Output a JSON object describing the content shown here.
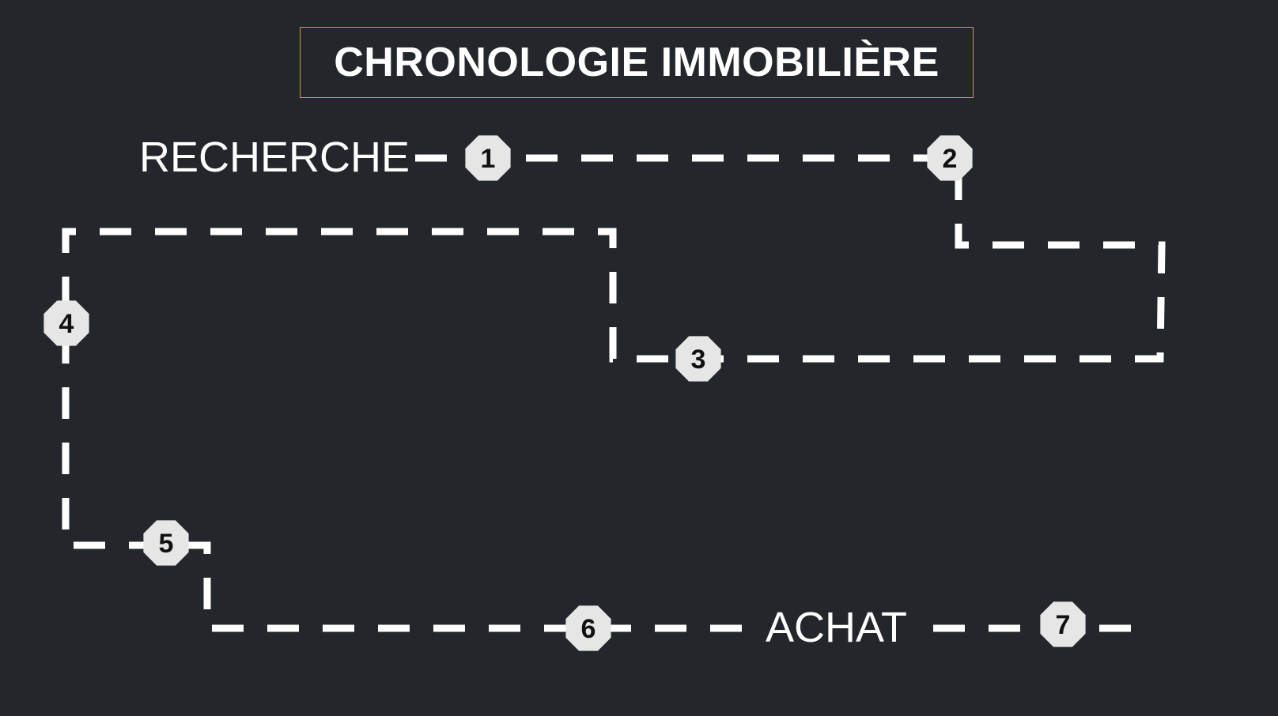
{
  "title": "CHRONOLOGIE IMMOBILIÈRE",
  "labels": {
    "start": "RECHERCHE",
    "end": "ACHAT"
  },
  "nodes": [
    {
      "id": "1",
      "label": "1"
    },
    {
      "id": "2",
      "label": "2"
    },
    {
      "id": "3",
      "label": "3"
    },
    {
      "id": "4",
      "label": "4"
    },
    {
      "id": "5",
      "label": "5"
    },
    {
      "id": "6",
      "label": "6"
    },
    {
      "id": "7",
      "label": "7"
    }
  ],
  "colors": {
    "background": "#23272b",
    "path": "#ffffff",
    "node_fill": "#e6e6e6",
    "node_text": "#111111",
    "title_border": "#c9a33c"
  },
  "icons": {
    "node": "octagon-badge"
  }
}
